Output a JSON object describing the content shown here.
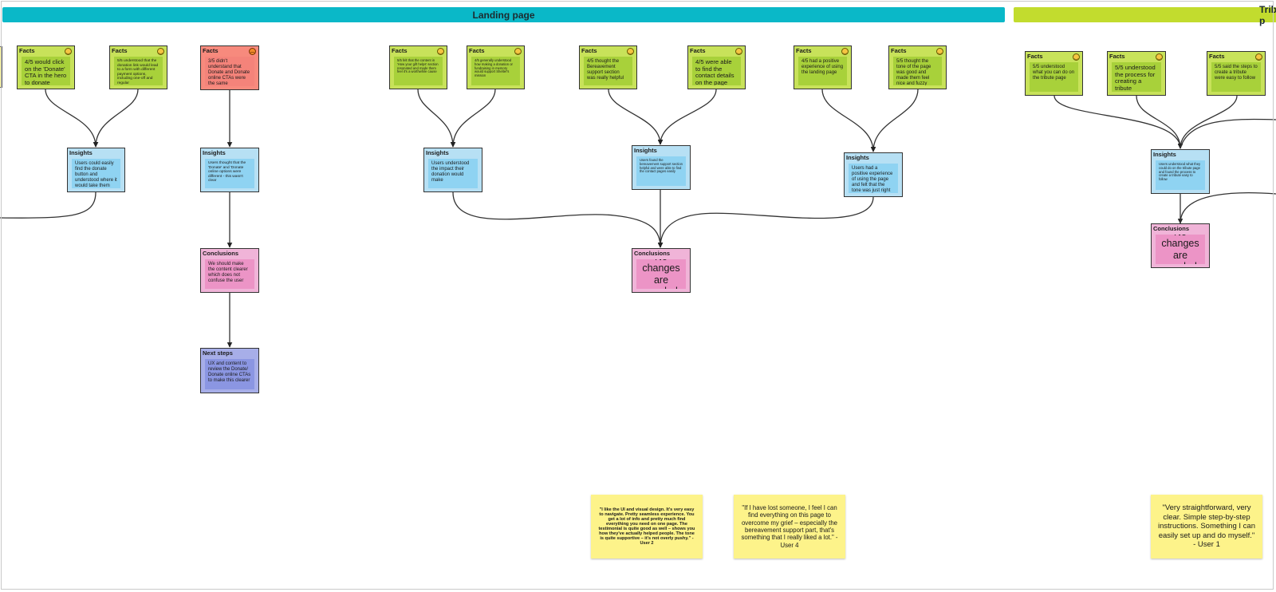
{
  "sections": {
    "landing": "Landing page",
    "tribute": "Tribute p"
  },
  "colors": {
    "landing_bar": "#0ab8c8",
    "tribute_bar": "#c2dc2e",
    "facts": "#a8d13a",
    "facts_negative": "#f4837a",
    "insights": "#8fd3f2",
    "conclusions": "#ec94c6",
    "next_steps": "#8b96e2",
    "quote": "#fdf38a"
  },
  "cards": {
    "f1": {
      "head": "Facts",
      "text": "4/5 would click on the 'Donate' CTA in the hero to donate",
      "face": "happy-face-icon"
    },
    "f2": {
      "head": "Facts",
      "text": "5/5 understood that the donation link would lead to a form with different payment options, including one-off and regular",
      "face": "happy-face-icon"
    },
    "f3": {
      "head": "Facts",
      "text": "3/5 didn't understand that Donate and Donate online CTAs were the same",
      "face": "sad-face-icon"
    },
    "f4": {
      "head": "Facts",
      "text": "5/5 felt that the content in 'How your gift helps' section resonated and made them feel it's a worthwhile cause",
      "face": "happy-face-icon"
    },
    "f5": {
      "head": "Facts",
      "text": "4/5 generally understood how making a donation or fundraising in memory would support Shelter's mission",
      "face": "happy-face-icon"
    },
    "f6": {
      "head": "Facts",
      "text": "4/5 thought the Bereavement support section was really helpful",
      "face": "happy-face-icon"
    },
    "f7": {
      "head": "Facts",
      "text": "4/5 were able to find the contact details on the page",
      "face": "happy-face-icon"
    },
    "f8": {
      "head": "Facts",
      "text": "4/5 had a positive experience of using the landing page",
      "face": "happy-face-icon"
    },
    "f9": {
      "head": "Facts",
      "text": "5/5 thought the tone of the page was good and made them feel nice and fuzzy",
      "face": "happy-face-icon"
    },
    "f10": {
      "head": "Facts",
      "text": "5/5 understood what you can do on the tribute page",
      "face": "happy-face-icon"
    },
    "f11": {
      "head": "Facts",
      "text": "5/5 understood the process for creating a tribute",
      "face": "happy-face-icon"
    },
    "f12": {
      "head": "Facts",
      "text": "5/5 said the steps to create a tribute were easy to follow",
      "face": "happy-face-icon"
    },
    "i1": {
      "head": "Insights",
      "text": "Users could easily find the donate button and understood where it would take them"
    },
    "i2": {
      "head": "Insights",
      "text": "Users thought that the 'Donate' and 'Donate online options were different - this wasn't clear"
    },
    "i3": {
      "head": "Insights",
      "text": "Users understood the impact their donation would make"
    },
    "i4": {
      "head": "Insights",
      "text": "Users found the bereavement support section helpful and were able to find the contact pages easily"
    },
    "i5": {
      "head": "Insights",
      "text": "Users had a positive experience of using the page and felt that the tone was just right"
    },
    "i6": {
      "head": "Insights",
      "text": "Users understood what they could do on the tribute page and found the process to create a tribute easy to follow"
    },
    "c1": {
      "head": "Conclusions",
      "text": "We should make the content clearer which does not confuse the user"
    },
    "c2": {
      "head": "Conclusions",
      "text": "No changes are needed"
    },
    "c3": {
      "head": "Conclusions",
      "text": "No changes are needed"
    },
    "n1": {
      "head": "Next steps",
      "text": "UX and content to review the Donate/ Donate online CTAs to make this clearer"
    }
  },
  "quotes": {
    "q1": "\"I like the UI and visual design. It's very easy to navigate. Pretty seamless experience. You get a lot of info and pretty much find everything you need on one page. The testimonial is quite good as well – shows you how they've actually helped people. The tone is quite supportive – it's not overly pushy.\" - User 2",
    "q2": "\"If I have lost someone, I feel I can find everything on this page to overcome my grief – especially the bereavement support part, that's something that I really liked a lot.\" - User 4",
    "q3": "\"Very straightforward, very clear. Simple step-by-step instructions. Something I can easily set up and do myself.\" - User 1"
  }
}
